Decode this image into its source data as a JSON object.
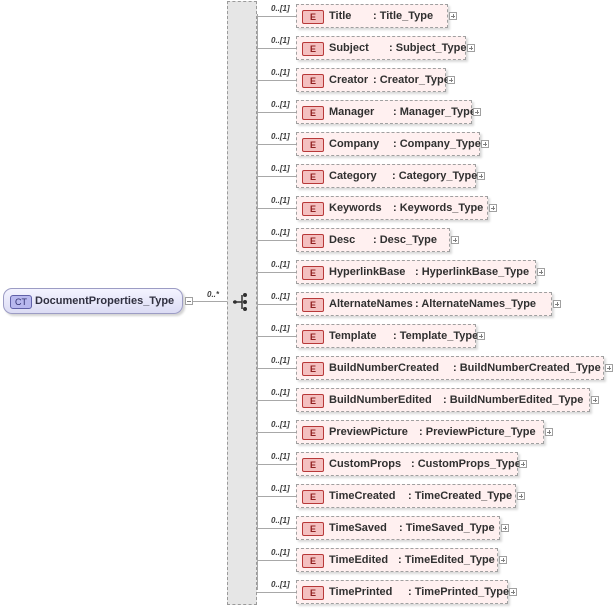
{
  "complex_type": {
    "badge": "CT",
    "name": "DocumentProperties_Type"
  },
  "sequence": {
    "occurrence": "0..*"
  },
  "element_badge": "E",
  "elements": [
    {
      "name": "Title",
      "sep": ": ",
      "type": "Title_Type",
      "occurrence": "0..[1]"
    },
    {
      "name": "Subject",
      "sep": ": ",
      "type": "Subject_Type",
      "occurrence": "0..[1]"
    },
    {
      "name": "Creator",
      "sep": ": ",
      "type": "Creator_Type",
      "occurrence": "0..[1]"
    },
    {
      "name": "Manager",
      "sep": ": ",
      "type": "Manager_Type",
      "occurrence": "0..[1]"
    },
    {
      "name": "Company",
      "sep": ": ",
      "type": "Company_Type",
      "occurrence": "0..[1]"
    },
    {
      "name": "Category",
      "sep": ": ",
      "type": "Category_Type",
      "occurrence": "0..[1]"
    },
    {
      "name": "Keywords",
      "sep": ": ",
      "type": "Keywords_Type",
      "occurrence": "0..[1]"
    },
    {
      "name": "Desc",
      "sep": ": ",
      "type": "Desc_Type",
      "occurrence": "0..[1]"
    },
    {
      "name": "HyperlinkBase",
      "sep": ": ",
      "type": "HyperlinkBase_Type",
      "occurrence": "0..[1]"
    },
    {
      "name": "AlternateNames",
      "sep": ": ",
      "type": "AlternateNames_Type",
      "occurrence": "0..[1]"
    },
    {
      "name": "Template",
      "sep": ": ",
      "type": "Template_Type",
      "occurrence": "0..[1]"
    },
    {
      "name": "BuildNumberCreated",
      "sep": ": ",
      "type": "BuildNumberCreated_Type",
      "occurrence": "0..[1]"
    },
    {
      "name": "BuildNumberEdited",
      "sep": ": ",
      "type": "BuildNumberEdited_Type",
      "occurrence": "0..[1]"
    },
    {
      "name": "PreviewPicture",
      "sep": ": ",
      "type": "PreviewPicture_Type",
      "occurrence": "0..[1]"
    },
    {
      "name": "CustomProps",
      "sep": ": ",
      "type": "CustomProps_Type",
      "occurrence": "0..[1]"
    },
    {
      "name": "TimeCreated",
      "sep": ": ",
      "type": "TimeCreated_Type",
      "occurrence": "0..[1]"
    },
    {
      "name": "TimeSaved",
      "sep": ": ",
      "type": "TimeSaved_Type",
      "occurrence": "0..[1]"
    },
    {
      "name": "TimeEdited",
      "sep": ": ",
      "type": "TimeEdited_Type",
      "occurrence": "0..[1]"
    },
    {
      "name": "TimePrinted",
      "sep": ": ",
      "type": "TimePrinted_Type",
      "occurrence": "0..[1]"
    }
  ]
}
